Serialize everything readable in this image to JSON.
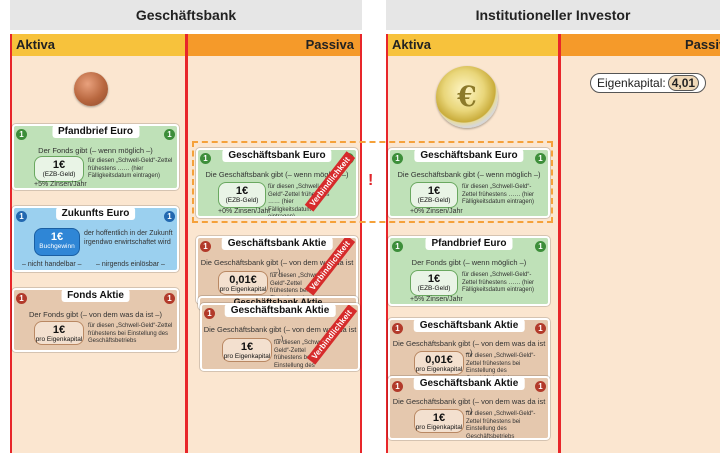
{
  "banks": {
    "left": {
      "name": "Geschäftsbank",
      "aktiva": "Aktiva",
      "passiva": "Passiva"
    },
    "right": {
      "name": "Institutioneller Investor",
      "aktiva": "Aktiva",
      "passiva": "Passiva"
    }
  },
  "eigenkapital": {
    "label": "Eigenkapital:",
    "value": "4,01"
  },
  "warning": "!",
  "coin_euro_symbol": "€",
  "notes": {
    "pfandbrief_left": {
      "num": "1",
      "title": "Pfandbrief Euro",
      "sub": "Der Fonds gibt (– wenn möglich –)",
      "face_big": "1€",
      "face_small": "(EZB-Geld)",
      "desc": "für diesen „Schwell-Geld“-Zettel frühestens …… (hier Fälligkeitsdatum eintragen)",
      "foot": "+5% Zinsen/Jahr"
    },
    "zukunfts": {
      "num": "1",
      "title": "Zukunfts Euro",
      "face_big": "1€",
      "face_small": "Buchgewinn",
      "desc": "der hoffentlich in der Zukunft irgendwo erwirtschaftet wird",
      "foot_left": "– nicht handelbar –",
      "foot_right": "– nirgends einlösbar –"
    },
    "fonds_aktie": {
      "num": "1",
      "title": "Fonds Aktie",
      "sub": "Der Fonds gibt (– von dem was da ist –)",
      "face_big": "1€",
      "face_small": "pro Eigenkapital",
      "desc": "für diesen „Schwell-Geld“-Zettel frühestens bei Einstellung des Geschäftsbetriebs"
    },
    "gb_euro_mid": {
      "num": "1",
      "title": "Geschäftsbank Euro",
      "sub": "Die Geschäftsbank gibt (– wenn möglich –)",
      "face_big": "1€",
      "face_small": "(EZB-Geld)",
      "desc": "für diesen „Schwell-Geld“-Zettel frühestens …… (hier Fälligkeitsdatum eintragen)",
      "foot": "+0% Zinsen/Jahr",
      "stamp": "Verbindlichkeit"
    },
    "gb_aktie_mid1": {
      "num": "1",
      "title": "Geschäftsbank Aktie",
      "sub": "Die Geschäftsbank gibt (– von dem was da ist –)",
      "face_big": "0,01€",
      "face_small": "pro Eigenkapital",
      "desc": "für diesen „Schwell-Geld“-Zettel frühestens bei Einstellung des Geschäftsbetriebs",
      "stamp": "Verbindlichkeit"
    },
    "gb_aktie_mid2": {
      "title": "Geschäftsbank Aktie"
    },
    "gb_aktie_mid3": {
      "num": "1",
      "title": "Geschäftsbank Aktie",
      "sub": "Die Geschäftsbank gibt (– von dem was da ist –)",
      "face_big": "1€",
      "face_small": "pro Eigenkapital",
      "desc": "für diesen „Schwell-Geld“-Zettel frühestens bei Einstellung des Geschäftsbetriebs",
      "stamp": "Verbindlichkeit"
    },
    "gb_euro_right": {
      "num": "1",
      "title": "Geschäftsbank Euro",
      "sub": "Die Geschäftsbank gibt (– wenn möglich –)",
      "face_big": "1€",
      "face_small": "(EZB-Geld)",
      "desc": "für diesen „Schwell-Geld“-Zettel frühestens …… (hier Fälligkeitsdatum eintragen)",
      "foot": "+0% Zinsen/Jahr"
    },
    "pfandbrief_right": {
      "num": "1",
      "title": "Pfandbrief Euro",
      "sub": "Der Fonds gibt (– wenn möglich –)",
      "face_big": "1€",
      "face_small": "(EZB-Geld)",
      "desc": "für diesen „Schwell-Geld“-Zettel frühestens …… (hier Fälligkeitsdatum eintragen)",
      "foot": "+5% Zinsen/Jahr"
    },
    "gb_aktie_right1": {
      "num": "1",
      "title": "Geschäftsbank Aktie",
      "sub": "Die Geschäftsbank gibt (– von dem was da ist –)",
      "face_big": "0,01€",
      "face_small": "pro Eigenkapital",
      "desc": "für diesen „Schwell-Geld“-Zettel frühestens bei Einstellung des Geschäftsbetriebs"
    },
    "gb_aktie_right2": {
      "num": "1",
      "title": "Geschäftsbank Aktie",
      "sub": "Die Geschäftsbank gibt (– von dem was da ist –)",
      "face_big": "1€",
      "face_small": "pro Eigenkapital",
      "desc": "für diesen „Schwell-Geld“-Zettel frühestens bei Einstellung des Geschäftsbetriebs"
    }
  },
  "colors": {
    "aktiva": "#f7c23c",
    "passiva": "#f59a2a",
    "divider": "#e8262a",
    "green_note": "#bfe1b8",
    "blue_note": "#9bd0ef",
    "tan_note": "#e5c8ae"
  }
}
